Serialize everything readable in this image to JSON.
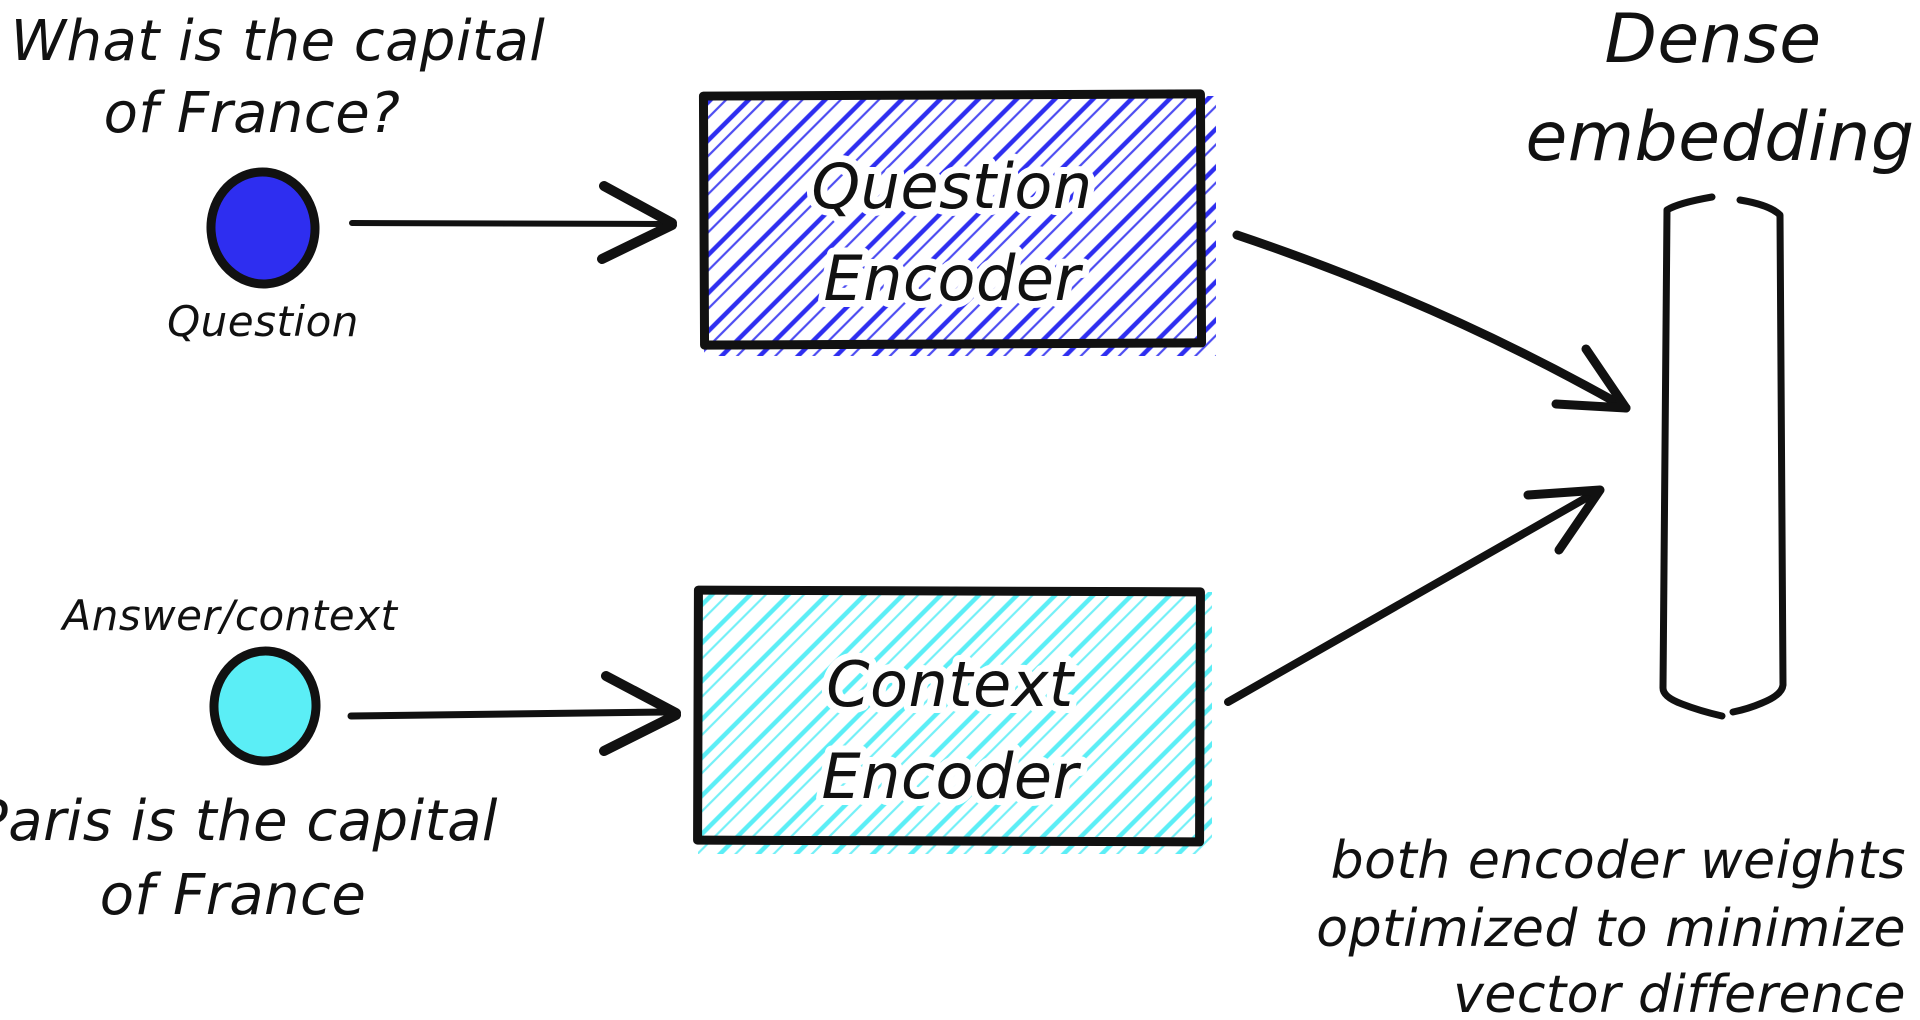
{
  "title": {
    "line1": "Dense",
    "line2": "embedding"
  },
  "question": {
    "caption_line1": "What is the capital",
    "caption_line2": "of France?",
    "node_label": "Question"
  },
  "context": {
    "node_label": "Answer/context",
    "caption_line1": "Paris is the capital",
    "caption_line2": "of France"
  },
  "encoders": {
    "question": {
      "line1": "Question",
      "line2": "Encoder"
    },
    "context": {
      "line1": "Context",
      "line2": "Encoder"
    }
  },
  "note": {
    "line1": "both encoder weights",
    "line2": "optimized to minimize",
    "line3": "vector difference"
  },
  "colors": {
    "question_blue": "#2e2ef0",
    "context_cyan": "#5beef6",
    "ink": "#111111"
  }
}
